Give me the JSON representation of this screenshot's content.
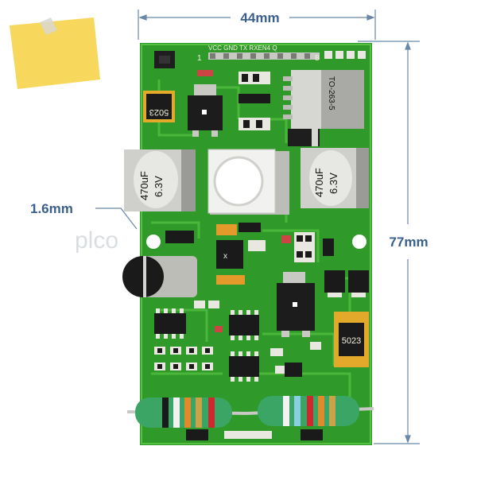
{
  "dimensions": {
    "width": "44mm",
    "height": "77mm",
    "thickness": "1.6mm"
  },
  "silkscreen": {
    "header_label": "VCC GND TX RXEN4 Q",
    "pin_one": "1",
    "pin_last": "8"
  },
  "components": {
    "regulator_label": "TO-263-5",
    "cap_left_value": "470uF",
    "cap_left_voltage": "6.3V",
    "cap_right_value": "470uF",
    "cap_right_voltage": "6.3V",
    "diode_top_label": "5023",
    "diode_bottom_label": "5023"
  },
  "watermark": "plco"
}
